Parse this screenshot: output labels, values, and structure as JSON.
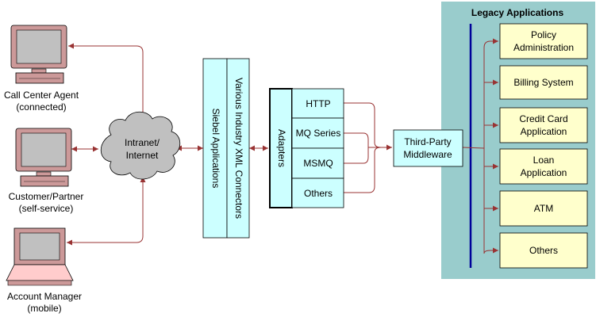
{
  "colors": {
    "box_fill": "#ccffff",
    "legacy_panel": "#99cccc",
    "legacy_box_fill": "#ffffcc",
    "connector": "#993333",
    "bus_line": "#000099",
    "monitor": "#cc9999",
    "laptop_base": "#ffcccc",
    "screen": "#c0c0c0",
    "cloud": "#c0c0c0"
  },
  "clients": {
    "call_center": {
      "line1": "Call Center Agent",
      "line2": "(connected)",
      "icon": "desktop-computer-icon"
    },
    "customer": {
      "line1": "Customer/Partner",
      "line2": "(self-service)",
      "icon": "desktop-computer-icon"
    },
    "account_manager": {
      "line1": "Account Manager",
      "line2": "(mobile)",
      "icon": "laptop-icon"
    }
  },
  "cloud": {
    "line1": "Intranet/",
    "line2": "Internet",
    "icon": "cloud-icon"
  },
  "siebel_label": "Siebel Applications",
  "connectors_label": "Various Industry XML Connectors",
  "adapters": {
    "title": "Adapters",
    "items": [
      "HTTP",
      "MQ Series",
      "MSMQ",
      "Others"
    ]
  },
  "middleware": {
    "line1": "Third-Party",
    "line2": "Middleware"
  },
  "legacy": {
    "title": "Legacy Applications",
    "items": [
      {
        "line1": "Policy",
        "line2": "Administration"
      },
      {
        "line1": "Billing System",
        "line2": ""
      },
      {
        "line1": "Credit Card",
        "line2": "Application"
      },
      {
        "line1": "Loan",
        "line2": "Application"
      },
      {
        "line1": "ATM",
        "line2": ""
      },
      {
        "line1": "Others",
        "line2": ""
      }
    ]
  }
}
